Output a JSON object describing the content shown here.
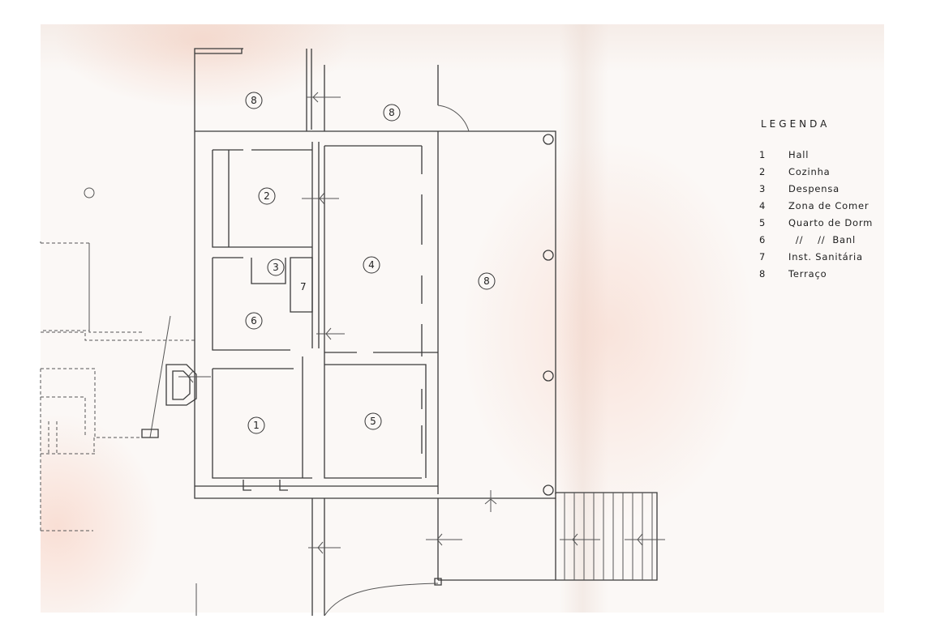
{
  "legend": {
    "title": "LEGENDA",
    "items": [
      {
        "num": "1",
        "label": "Hall"
      },
      {
        "num": "2",
        "label": "Cozinha"
      },
      {
        "num": "3",
        "label": "Despensa"
      },
      {
        "num": "4",
        "label": "Zona de Comer"
      },
      {
        "num": "5",
        "label": "Quarto de Dorm"
      },
      {
        "num": "6",
        "label": "  //    //  Banl"
      },
      {
        "num": "7",
        "label": "Inst. Sanitária"
      },
      {
        "num": "8",
        "label": "Terraço"
      }
    ]
  },
  "plan": {
    "room_numbers": [
      "8",
      "8",
      "2",
      "3",
      "4",
      "7",
      "6",
      "8",
      "1",
      "5"
    ]
  }
}
